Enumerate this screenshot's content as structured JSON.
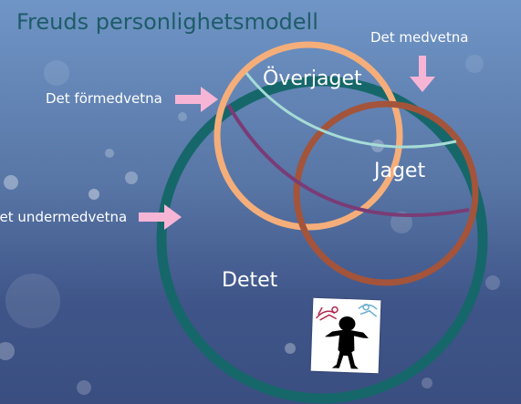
{
  "slide": {
    "title": "Freuds personlighetsmodell"
  },
  "labels": {
    "medvetna": "Det medvetna",
    "formedvetna": "Det förmedvetna",
    "undermedvetna": "Det undermedvetna",
    "overjaget": "Överjaget",
    "jaget": "Jaget",
    "detet": "Detet"
  },
  "colors": {
    "background": "#5876a6",
    "title": "#1e5c68",
    "detet_ring": "#16676a",
    "overjaget_ring": "#f5ae7a",
    "jaget_ring": "#a3543a",
    "conscious_line": "#a6dcd6",
    "preconscious_line": "#7a3c76",
    "arrows": "#f7b5d6",
    "label_text": "#ffffff"
  },
  "icons": {
    "arrow": "pink-arrow-icon",
    "figure": "child-figure-icon"
  }
}
